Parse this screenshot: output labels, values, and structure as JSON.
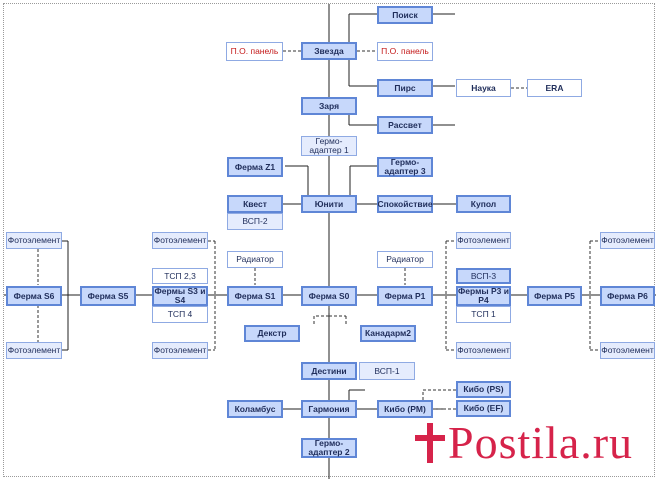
{
  "modules": {
    "poisk": "Поиск",
    "zvezda": "Звезда",
    "po_left": "П.О. панель",
    "po_right": "П.О. панель",
    "pirs": "Пирс",
    "nauka": "Наука",
    "era": "ERA",
    "zarya": "Заря",
    "rassvet": "Рассвет",
    "germo1": "Гермо-адаптер 1",
    "ferma_z1": "Ферма Z1",
    "germo3": "Гермо-адаптер 3",
    "kvest": "Квест",
    "uniti": "Юнити",
    "spokoystvie": "Спокойствие",
    "kupol": "Купол",
    "vsp2": "ВСП-2",
    "ferma_s6": "Ферма S6",
    "ferma_s5": "Ферма S5",
    "ferma_s3s4": "Фермы S3 и S4",
    "tsp23": "ТСП 2,3",
    "tsp4": "ТСП 4",
    "ferma_s1": "Ферма S1",
    "ferma_s0": "Ферма S0",
    "ferma_p1": "Ферма P1",
    "ferma_p3p4": "Фермы P3 и P4",
    "vsp3": "ВСП-3",
    "tsp1": "ТСП 1",
    "ferma_p5": "Ферма P5",
    "ferma_p6": "Ферма P6",
    "radiator_left": "Радиатор",
    "radiator_right": "Радиатор",
    "dekstr": "Декстр",
    "kanadarm2": "Канадарм2",
    "destini": "Дестини",
    "vsp1": "ВСП-1",
    "kolambus": "Коламбус",
    "garmoniya": "Гармония",
    "kibo_pm": "Кибо (PM)",
    "kibo_ps": "Кибо (PS)",
    "kibo_ef": "Кибо (EF)",
    "germo2": "Гермо-адаптер 2",
    "foto": "Фотоэлемент"
  },
  "watermark": "Postila.ru",
  "colors": {
    "main_fill": "#c7d8fb",
    "main_border": "#5f86d6",
    "line": "#222222",
    "watermark": "#d6234a",
    "red_text": "#c41a1a"
  }
}
